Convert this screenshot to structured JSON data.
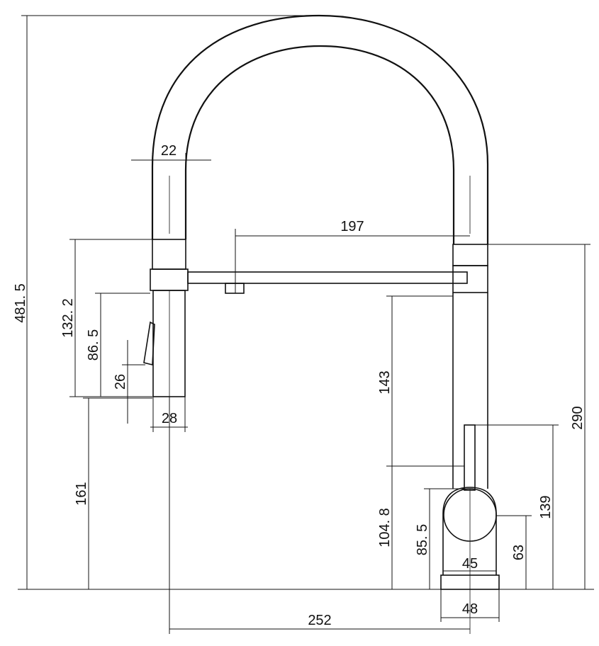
{
  "dimensions": {
    "overall_height": "481. 5",
    "spout_diameter": "22",
    "reach": "197",
    "sprayhead_mount": "132. 2",
    "sprayhead_length": "86. 5",
    "nozzle_length": "26",
    "nozzle_diameter": "28",
    "spray_height": "161",
    "spout_drop": "143",
    "column_height": "290",
    "lever_top": "139",
    "handle_center": "104. 8",
    "body_height": "85. 5",
    "knob_height": "63",
    "body_width": "45",
    "base_width": "48",
    "center_distance": "252"
  }
}
